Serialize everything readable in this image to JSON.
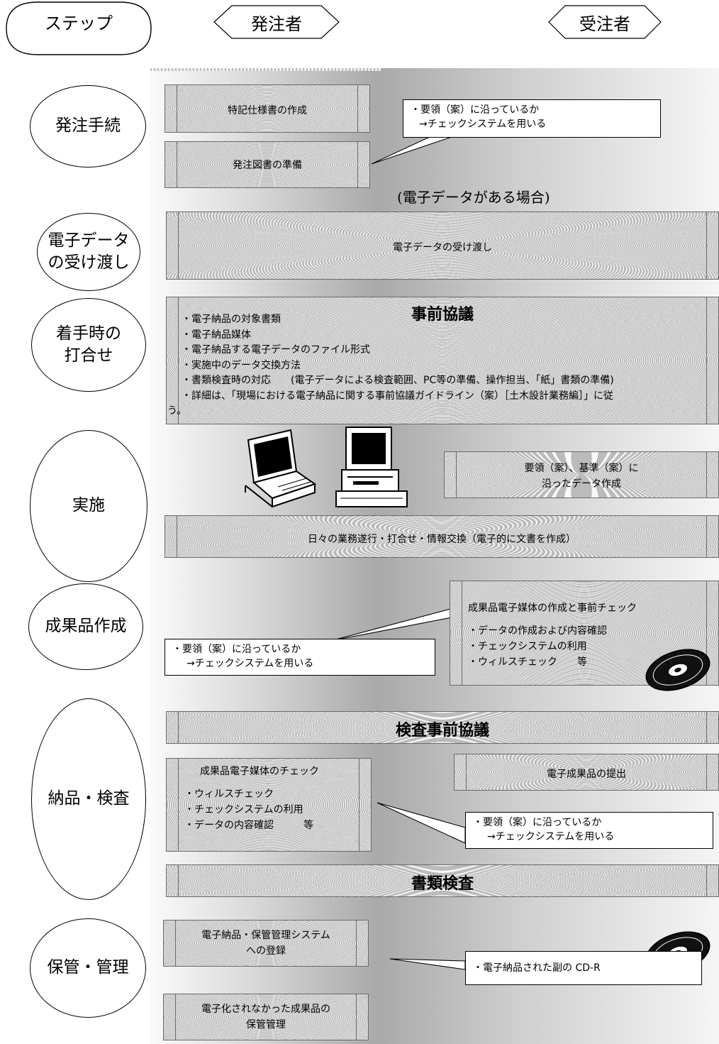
{
  "header": {
    "step": "ステップ",
    "orderer": "発注者",
    "contractor": "受注者"
  },
  "steps": {
    "ordering": "発注手続",
    "data_handover_l1": "電子データ",
    "data_handover_l2": "の受け渡し",
    "meeting_l1": "着手時の",
    "meeting_l2": "打合せ",
    "execution": "実施",
    "deliverable": "成果品作成",
    "inspection": "納品・検査",
    "storage": "保管・管理"
  },
  "ordering": {
    "box1": "特記仕様書の作成",
    "box2": "発注図書の準備",
    "callout_l1": "・要領（案）に沿っているか",
    "callout_l2": "→チェックシステムを用いる",
    "note": "(電子データがある場合)"
  },
  "handover": {
    "box": "電子データの受け渡し"
  },
  "meeting": {
    "title": "事前協議",
    "items": [
      "・電子納品の対象書類",
      "・電子納品媒体",
      "・電子納品する電子データのファイル形式",
      "・実施中のデータ交換方法",
      "・書類検査時の対応　　(電子データによる検査範囲、PC等の準備、操作担当、「紙」書類の準備)",
      "・詳細は、「現場における電子納品に関する事前協議ガイドライン（案）［土木設計業務編］」に従",
      "う。"
    ]
  },
  "execution": {
    "box_right_l1": "要領（案）、基準（案）に",
    "box_right_l2": "沿ったデータ作成",
    "box_wide": "日々の業務遂行・打合せ・情報交換（電子的に文書を作成）"
  },
  "deliverable": {
    "box_title": "成果品電子媒体の作成と事前チェック",
    "items": [
      "・データの作成および内容確認",
      "・チェックシステムの利用",
      "・ウィルスチェック　　等"
    ],
    "callout_l1": "・要領（案）に沿っているか",
    "callout_l2": "→チェックシステムを用いる"
  },
  "inspection": {
    "pre_meeting": "検査事前協議",
    "media_check_title": "成果品電子媒体のチェック",
    "media_check_items": [
      "・ウィルスチェック",
      "・チェックシステムの利用",
      "・データの内容確認　　　等"
    ],
    "submit": "電子成果品の提出",
    "callout_l1": "・要領（案）に沿っているか",
    "callout_l2": "→チェックシステムを用いる",
    "doc_inspection": "書類検査"
  },
  "storage": {
    "box1_l1": "電子納品・保管管理システム",
    "box1_l2": "への登録",
    "box2_l1": "電子化されなかった成果品の",
    "box2_l2": "保管管理",
    "callout": "・電子納品された副の CD-R"
  },
  "icons": [
    "laptop-icon",
    "desktop-computer-icon",
    "cd-disc-icon"
  ]
}
